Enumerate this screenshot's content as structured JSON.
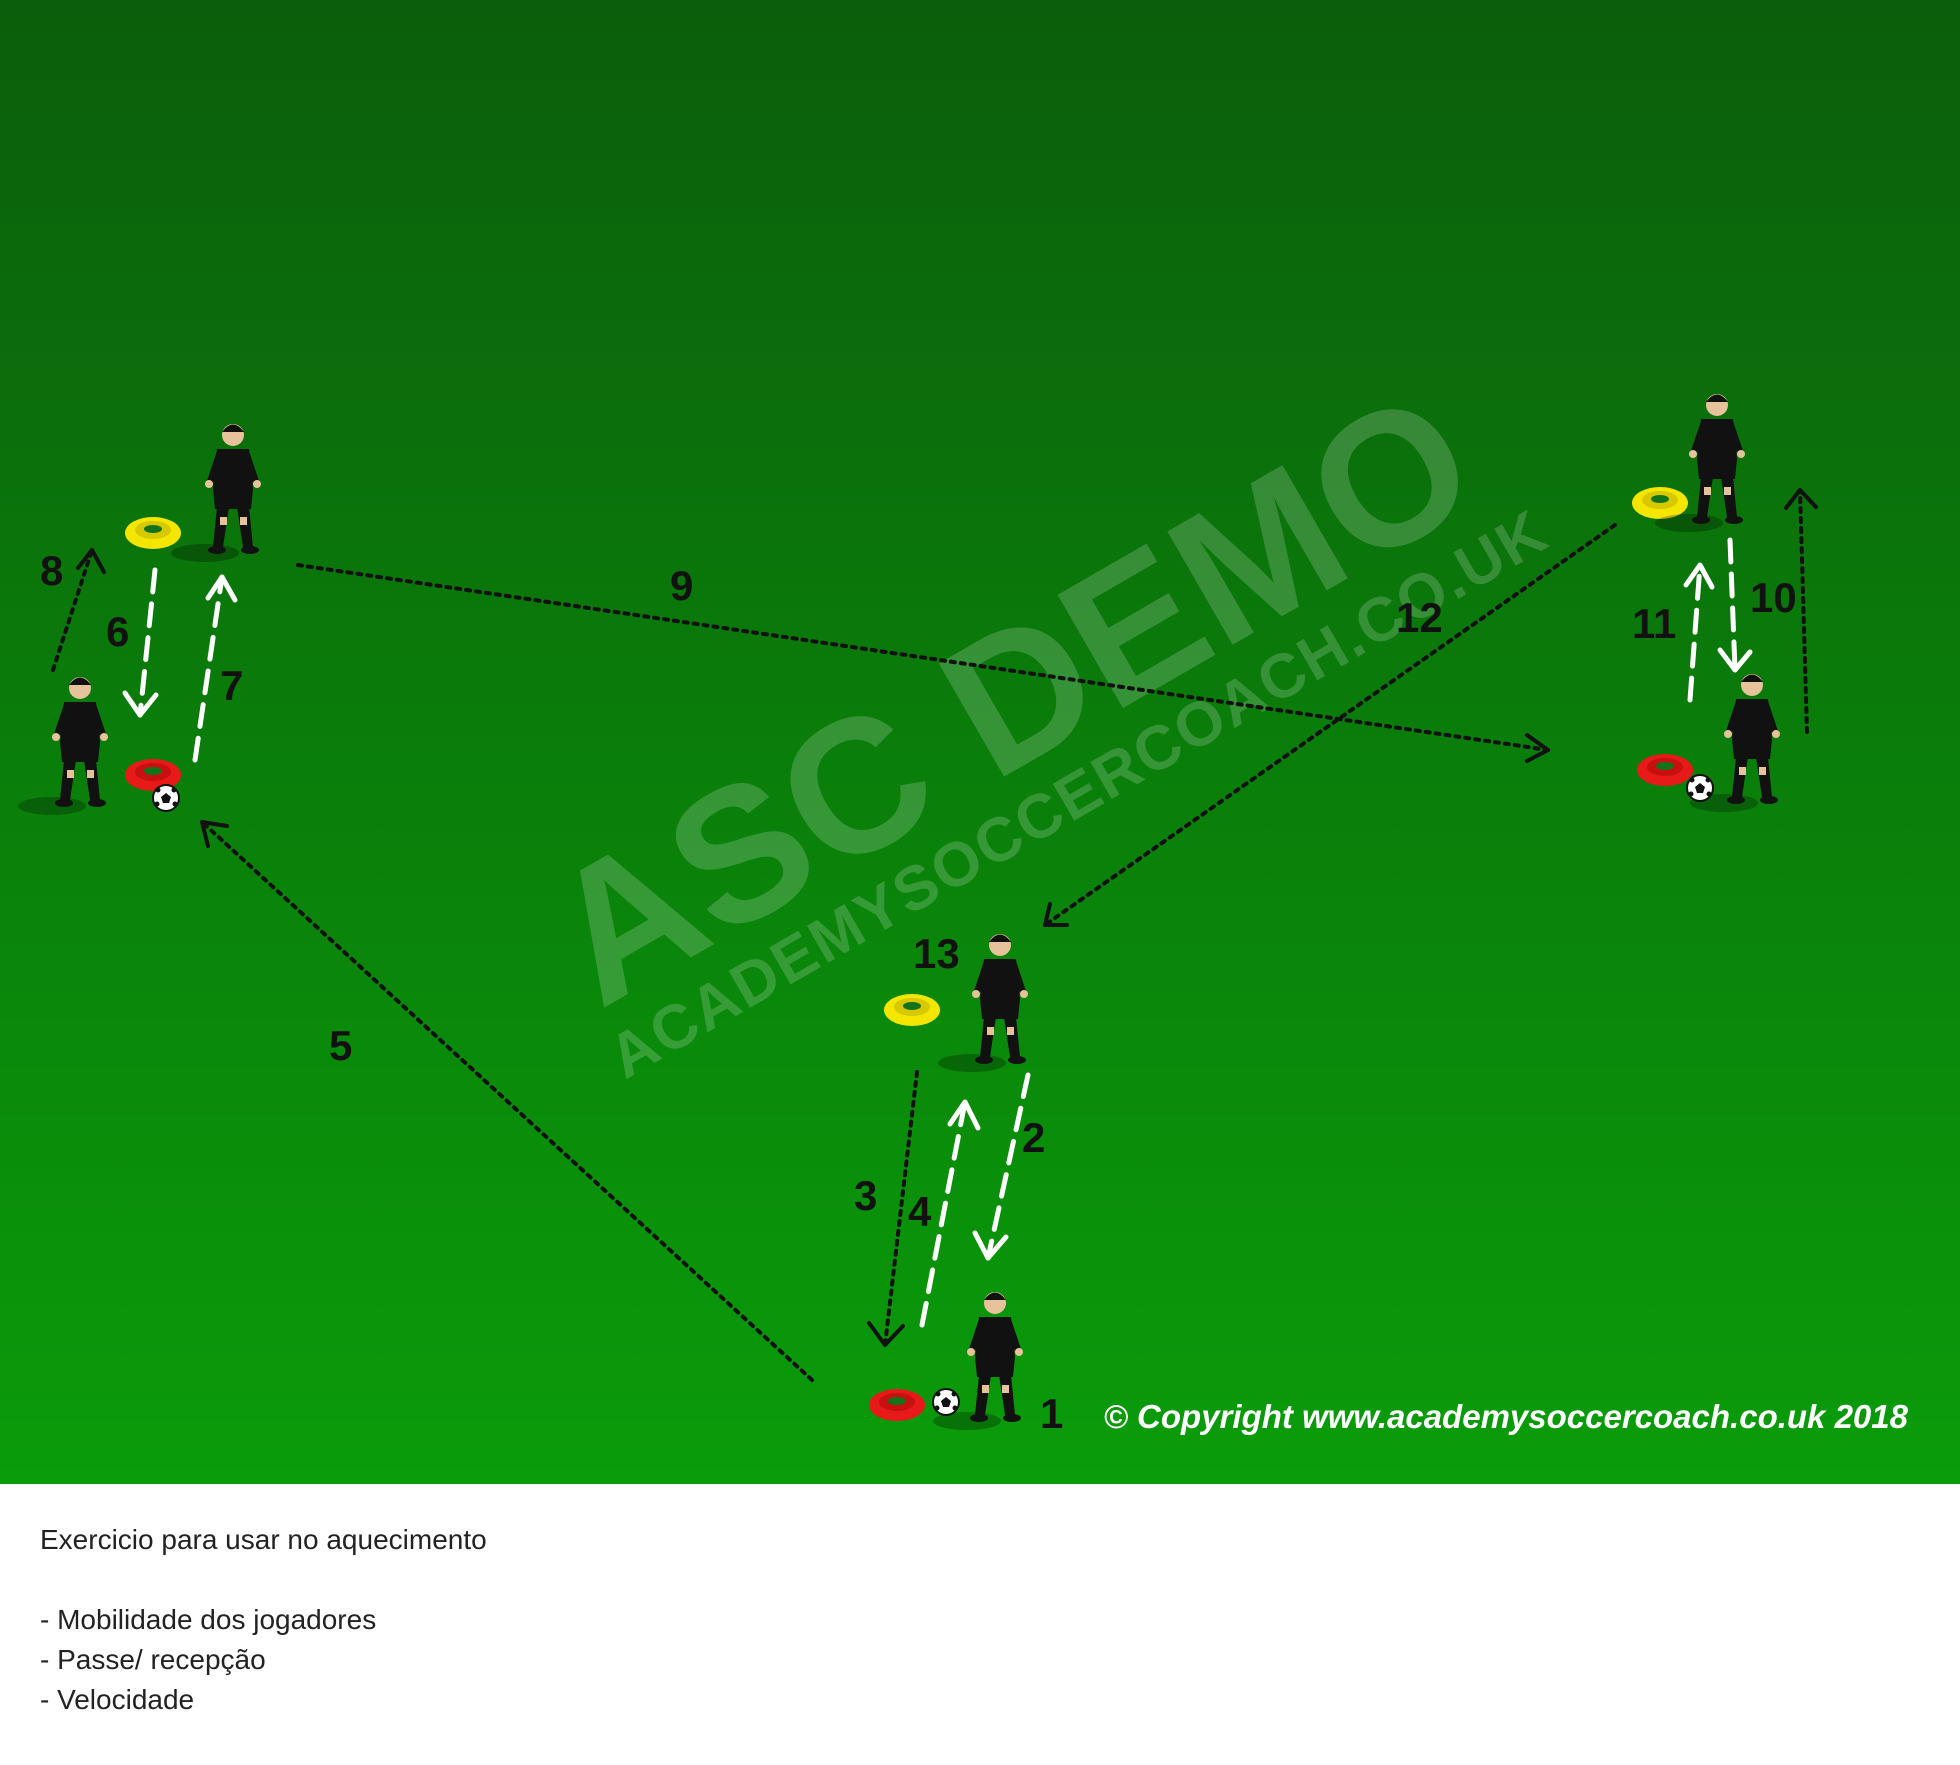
{
  "colors": {
    "pitch_top": "#0b5e0b",
    "pitch_bottom": "#0a9c0a",
    "cone_yellow": "#f5e600",
    "cone_red": "#e81919",
    "arrow_pass": "#ffffff",
    "arrow_run": "#111111"
  },
  "watermark": {
    "main": "ASC DEMO",
    "sub": "ACADEMYSOCCERCOACH.CO.UK"
  },
  "copyright": "© Copyright www.academysoccercoach.co.uk 2018",
  "steps": {
    "s1": "1",
    "s2": "2",
    "s3": "3",
    "s4": "4",
    "s5": "5",
    "s6": "6",
    "s7": "7",
    "s8": "8",
    "s9": "9",
    "s10": "10",
    "s11": "11",
    "s12": "12",
    "s13": "13"
  },
  "notes": {
    "title": "Exercicio para usar no aquecimento",
    "items": [
      "- Mobilidade dos jogadores",
      "- Passe/ recepção",
      "- Velocidade"
    ]
  },
  "icons": {
    "player": "player-icon",
    "ball": "ball-icon",
    "cone": "cone-icon"
  }
}
